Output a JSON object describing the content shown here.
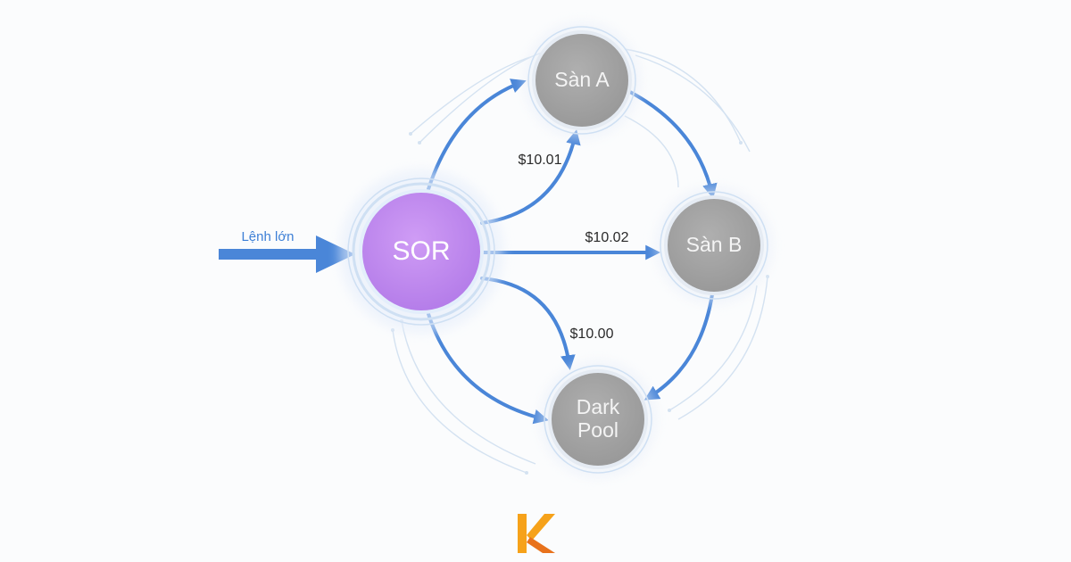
{
  "diagram": {
    "nodes": {
      "sor": "SOR",
      "san_a": "Sàn A",
      "san_b": "Sàn B",
      "dark_pool_line1": "Dark",
      "dark_pool_line2": "Pool"
    },
    "input_label": "Lệnh lớn",
    "prices": {
      "to_san_a": "$10.01",
      "to_san_b": "$10.02",
      "to_dark_pool": "$10.00"
    }
  },
  "logo": {
    "letter": "K",
    "colors": [
      "#f6a21a",
      "#e8721c"
    ]
  },
  "colors": {
    "arrow": "#4a86d8",
    "sor_fill": "#c28cf0",
    "venue_fill": "#a3a3a3"
  }
}
